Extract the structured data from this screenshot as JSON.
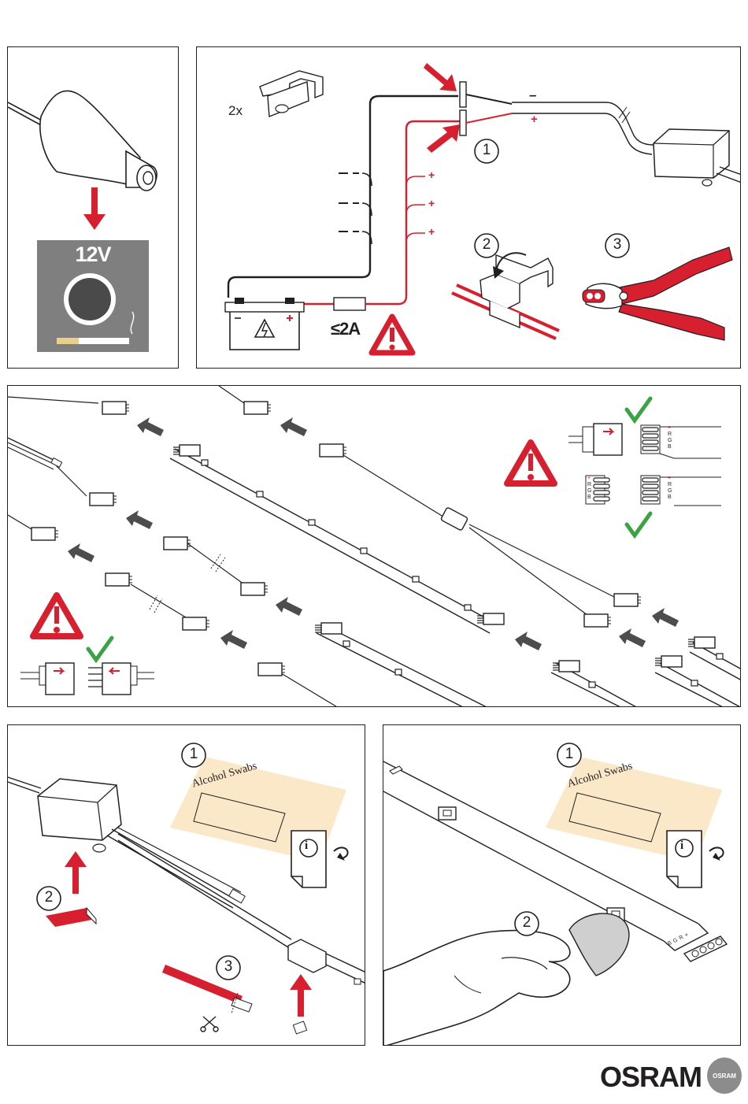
{
  "colors": {
    "accent_red": "#d6202f",
    "ok_green": "#3aa345",
    "ink": "#231f20",
    "socket_grey": "#7f7f7f",
    "note_paper": "#fbe8c8",
    "logo_grey": "#8c8c8c"
  },
  "panel1": {
    "voltage_label": "12V"
  },
  "panel2": {
    "multiplier_label": "2x",
    "minus_sign": "–",
    "plus_sign": "+",
    "fuse_label": "≤2A",
    "step1": "1",
    "step2": "2",
    "step3": "3"
  },
  "panel3": {
    "pin_labels": [
      "+",
      "R",
      "G",
      "B"
    ]
  },
  "panel4": {
    "step1": "1",
    "step2": "2",
    "step3": "3",
    "note_text": "Alcohol Swabs",
    "info_letter": "i"
  },
  "panel5": {
    "step1": "1",
    "step2": "2",
    "note_text": "Alcohol Swabs",
    "info_letter": "i",
    "strip_end_labels": [
      "B",
      "G",
      "R",
      "+"
    ]
  },
  "brand": {
    "name": "OSRAM",
    "badge": "OSRAM"
  }
}
